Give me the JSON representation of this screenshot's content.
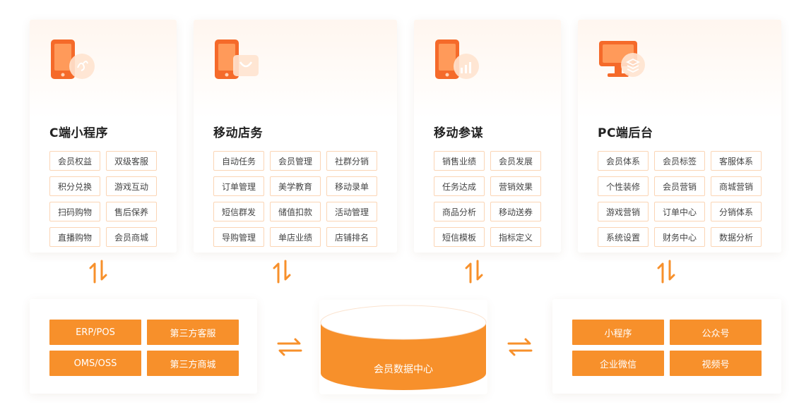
{
  "cards": [
    {
      "title": "C端小程序",
      "icon": "mini-program-phone-icon",
      "items": [
        "会员权益",
        "双级客服",
        "积分兑换",
        "游戏互动",
        "扫码购物",
        "售后保养",
        "直播购物",
        "会员商城"
      ]
    },
    {
      "title": "移动店务",
      "icon": "store-phone-icon",
      "items": [
        "自动任务",
        "会员管理",
        "社群分销",
        "订单管理",
        "美学教育",
        "移动录单",
        "短信群发",
        "储值扣款",
        "活动管理",
        "导购管理",
        "单店业绩",
        "店铺排名"
      ]
    },
    {
      "title": "移动参谋",
      "icon": "analytics-phone-icon",
      "items": [
        "销售业绩",
        "会员发展",
        "任务达成",
        "营销效果",
        "商品分析",
        "移动送券",
        "短信模板",
        "指标定义"
      ]
    },
    {
      "title": "PC端后台",
      "icon": "desktop-monitor-icon",
      "items": [
        "会员体系",
        "会员标签",
        "客服体系",
        "个性装修",
        "会员营销",
        "商城营销",
        "游戏营销",
        "订单中心",
        "分销体系",
        "系统设置",
        "财务中心",
        "数据分析"
      ]
    }
  ],
  "left_systems": [
    "ERP/POS",
    "第三方客服",
    "OMS/OSS",
    "第三方商城"
  ],
  "center": {
    "label": "会员数据中心"
  },
  "right_channels": [
    "小程序",
    "公众号",
    "企业微信",
    "视频号"
  ],
  "colors": {
    "accent": "#f7902b",
    "tag_border": "#fbd5b5"
  }
}
